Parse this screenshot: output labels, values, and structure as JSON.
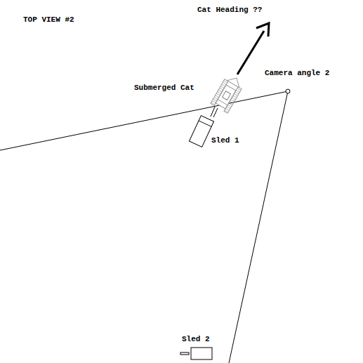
{
  "diagram": {
    "labels": [
      "TOP VIEW #2",
      "Cat Heading ??",
      "Camera angle 2",
      "Submerged Cat",
      "Sled 1",
      "Sled 2"
    ]
  }
}
